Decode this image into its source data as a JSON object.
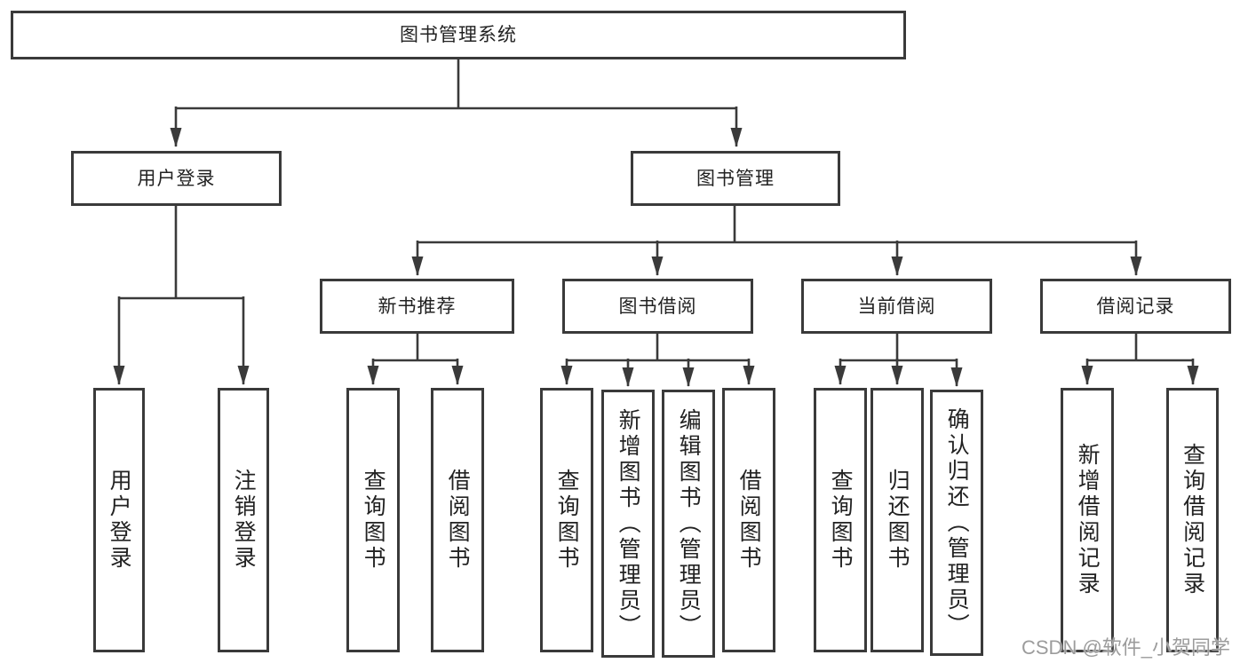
{
  "tree": {
    "root": "图书管理系统",
    "branches": [
      {
        "label": "用户登录",
        "children": [
          "用户登录",
          "注销登录"
        ]
      },
      {
        "label": "图书管理",
        "groups": [
          {
            "label": "新书推荐",
            "children": [
              "查询图书",
              "借阅图书"
            ]
          },
          {
            "label": "图书借阅",
            "children": [
              "查询图书",
              "新增图书（管理员）",
              "编辑图书（管理员）",
              "借阅图书"
            ]
          },
          {
            "label": "当前借阅",
            "children": [
              "查询图书",
              "归还图书",
              "确认归还（管理员）"
            ]
          },
          {
            "label": "借阅记录",
            "children": [
              "新增借阅记录",
              "查询借阅记录"
            ]
          }
        ]
      }
    ]
  },
  "watermark": "CSDN @软件_小贺同学",
  "colors": {
    "line_color": "#3a3a3a",
    "text_color": "#222222",
    "box_background": "#ffffff",
    "watermark_color": "#9c9c9c"
  }
}
